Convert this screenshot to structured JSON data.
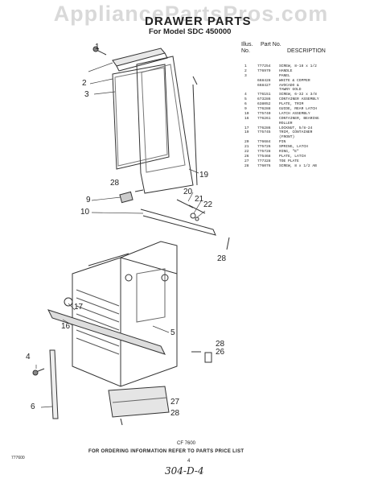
{
  "watermark": "AppliancePartsPros.com",
  "title": "DRAWER PARTS",
  "subtitle": "For Model SDC 450000",
  "table_header": {
    "illus_no": "Illus. No.",
    "part_no": "Part No.",
    "description": "DESCRIPTION"
  },
  "parts": [
    {
      "num": "1",
      "pno": "777254",
      "desc": "SCREW, 8-18 x 1/2"
    },
    {
      "num": "2",
      "pno": "776979",
      "desc": "HANDLE"
    },
    {
      "num": "3",
      "pno": "",
      "desc": "PANEL"
    },
    {
      "num": "",
      "pno": "668428",
      "desc": "WHITE & COPPER"
    },
    {
      "num": "",
      "pno": "668427",
      "desc": "AVOCADO &"
    },
    {
      "num": "",
      "pno": "",
      "desc": "TAWNY GOLD"
    },
    {
      "num": "4",
      "pno": "776151",
      "desc": "SCREW, 6-32 x 3/8"
    },
    {
      "num": "5",
      "pno": "673286",
      "desc": "CONTAINER ASSEMBLY"
    },
    {
      "num": "6",
      "pno": "638052",
      "desc": "PLATE, TRIM"
    },
    {
      "num": "9",
      "pno": "776288",
      "desc": "GUIDE, REAR LATCH"
    },
    {
      "num": "10",
      "pno": "775740",
      "desc": "LATCH ASSEMBLY"
    },
    {
      "num": "16",
      "pno": "776261",
      "desc": "CONTAINER, BEARING"
    },
    {
      "num": "",
      "pno": "",
      "desc": "ROLLER"
    },
    {
      "num": "17",
      "pno": "776286",
      "desc": "LOCKNUT, 5/8-24"
    },
    {
      "num": "19",
      "pno": "775745",
      "desc": "TRIM, CONTAINER"
    },
    {
      "num": "",
      "pno": "",
      "desc": "(FRONT)"
    },
    {
      "num": "20",
      "pno": "776684",
      "desc": "PIN"
    },
    {
      "num": "21",
      "pno": "775726",
      "desc": "SPRING, LATCH"
    },
    {
      "num": "22",
      "pno": "775728",
      "desc": "RING, \"E\""
    },
    {
      "num": "26",
      "pno": "775468",
      "desc": "PLATE, LATCH"
    },
    {
      "num": "27",
      "pno": "777328",
      "desc": "TOE PLATE"
    },
    {
      "num": "28",
      "pno": "776076",
      "desc": "SCREW, 8 x 1/2 AB"
    }
  ],
  "callouts": {
    "c1": "1",
    "c2": "2",
    "c3": "3",
    "c9": "9",
    "c10": "10",
    "c28a": "28",
    "c19": "19",
    "c20": "20",
    "c21": "21",
    "c22": "22",
    "c28b": "28",
    "c17": "17",
    "c16": "16",
    "c5": "5",
    "c28c": "28",
    "c26": "26",
    "c4": "4",
    "c6": "6",
    "c27": "27",
    "c28d": "28"
  },
  "cf_code": "CF 7600",
  "footer": "FOR ORDERING INFORMATION REFER TO PARTS PRICE LIST",
  "page_number": "4",
  "left_code": "777600",
  "handwritten": "304-D-4"
}
